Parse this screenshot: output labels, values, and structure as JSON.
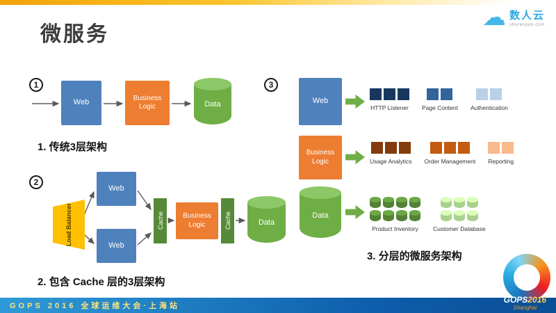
{
  "page": {
    "title": "微服务",
    "brand": {
      "name": "数人云",
      "domain": "shurenyun.com"
    },
    "footer": {
      "text": "GOPS 2016 全球运维大会·上海站",
      "logo_gops": "GOPS",
      "logo_year": "2016",
      "logo_city": "Shanghai"
    }
  },
  "colors": {
    "node_blue": "#4f81bd",
    "node_orange": "#ed7d31",
    "node_green": "#70ad47",
    "cache_green": "#568a38",
    "load_balancer_yellow": "#ffc000",
    "arrow_green": "#70ad47",
    "footer_blue": "#0d5ca9",
    "footer_text_yellow": "#ffe37a"
  },
  "diagram1": {
    "number": "1",
    "caption": "1. 传统3层架构",
    "web": "Web",
    "business_logic": "Business Logic",
    "data": "Data"
  },
  "diagram2": {
    "number": "2",
    "caption": "2. 包含 Cache 层的3层架构",
    "load_balancer": "Load Balancer",
    "web_top": "Web",
    "web_bottom": "Web",
    "cache_left": "Cache",
    "business_logic": "Business Logic",
    "cache_right": "Cache",
    "data": "Data"
  },
  "diagram3": {
    "number": "3",
    "caption": "3. 分层的微服务架构",
    "rows": [
      {
        "node": "Web",
        "groups": [
          {
            "label": "HTTP Listener",
            "shape": "square",
            "color": "#17375e",
            "lines": [
              3
            ]
          },
          {
            "label": "Page Content",
            "shape": "square",
            "color": "#31659c",
            "lines": [
              2
            ]
          },
          {
            "label": "Authentication",
            "shape": "square",
            "color": "#b8d0e8",
            "lines": [
              2
            ]
          }
        ]
      },
      {
        "node": "Business Logic",
        "groups": [
          {
            "label": "Usage Analytics",
            "shape": "square",
            "color": "#843c0c",
            "lines": [
              3
            ]
          },
          {
            "label": "Order Management",
            "shape": "square",
            "color": "#c55a11",
            "lines": [
              3
            ]
          },
          {
            "label": "Reporting",
            "shape": "square",
            "color": "#f8b98c",
            "lines": [
              2
            ]
          }
        ]
      },
      {
        "node": "Data",
        "groups": [
          {
            "label": "Product Inventory",
            "shape": "cylinder",
            "color": "#538135",
            "lines": [
              4,
              4
            ]
          },
          {
            "label": "Customer Database",
            "shape": "cylinder",
            "color": "#a9d18e",
            "lines": [
              3,
              3
            ]
          }
        ]
      }
    ]
  }
}
